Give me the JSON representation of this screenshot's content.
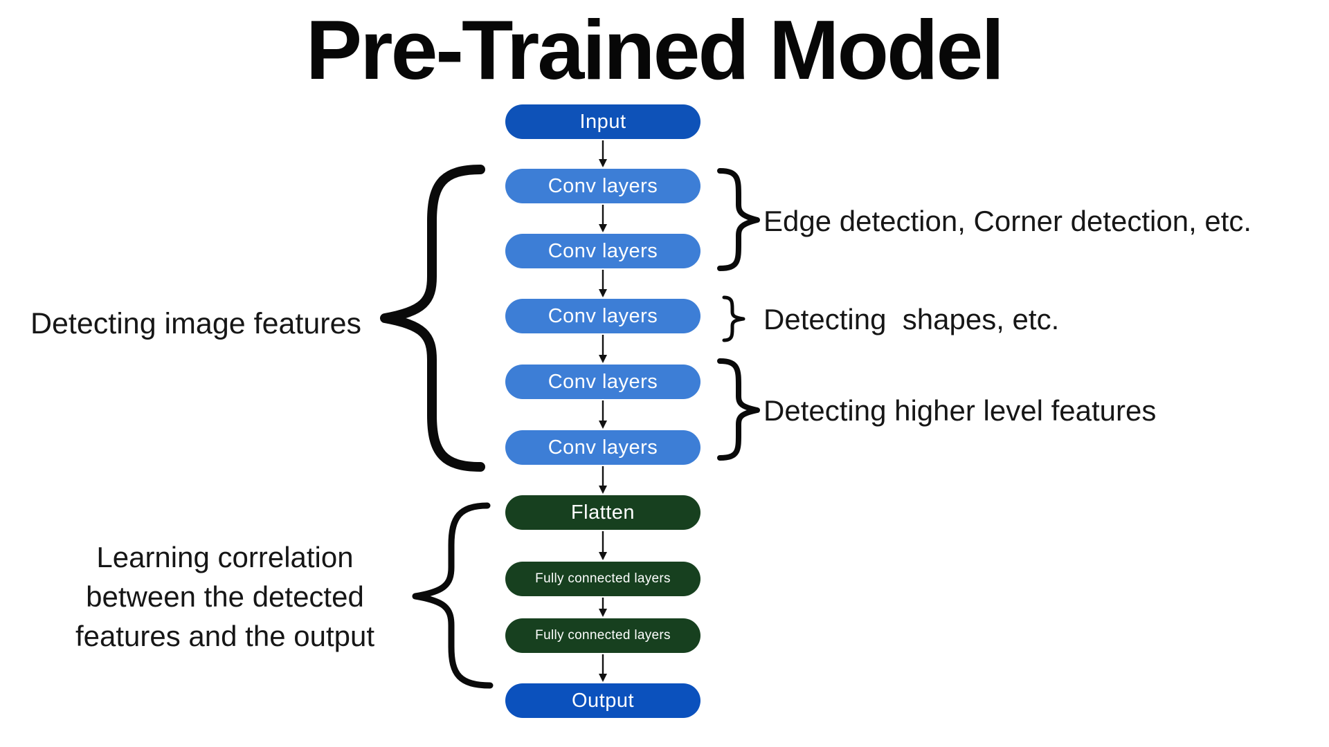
{
  "title": "Pre-Trained Model",
  "colors": {
    "input": "#0e52b8",
    "conv": "#3d7ed6",
    "dense": "#17401f",
    "output": "#0b51bd",
    "text_light": "#ffffff",
    "ink": "#0a0a0a"
  },
  "nodes": [
    {
      "label": "Input",
      "type": "input"
    },
    {
      "label": "Conv layers",
      "type": "conv"
    },
    {
      "label": "Conv layers",
      "type": "conv"
    },
    {
      "label": "Conv layers",
      "type": "conv"
    },
    {
      "label": "Conv layers",
      "type": "conv"
    },
    {
      "label": "Conv layers",
      "type": "conv"
    },
    {
      "label": "Flatten",
      "type": "dense"
    },
    {
      "label": "Fully connected layers",
      "type": "dense"
    },
    {
      "label": "Fully connected layers",
      "type": "dense"
    },
    {
      "label": "Output",
      "type": "output"
    }
  ],
  "annotations": {
    "left_features": "Detecting image features",
    "left_learning_lines": [
      "Learning correlation",
      "between the detected",
      "features and the output"
    ],
    "right_edges": "Edge detection, Corner detection, etc.",
    "right_shapes": "Detecting  shapes, etc.",
    "right_higher": "Detecting higher level features"
  }
}
